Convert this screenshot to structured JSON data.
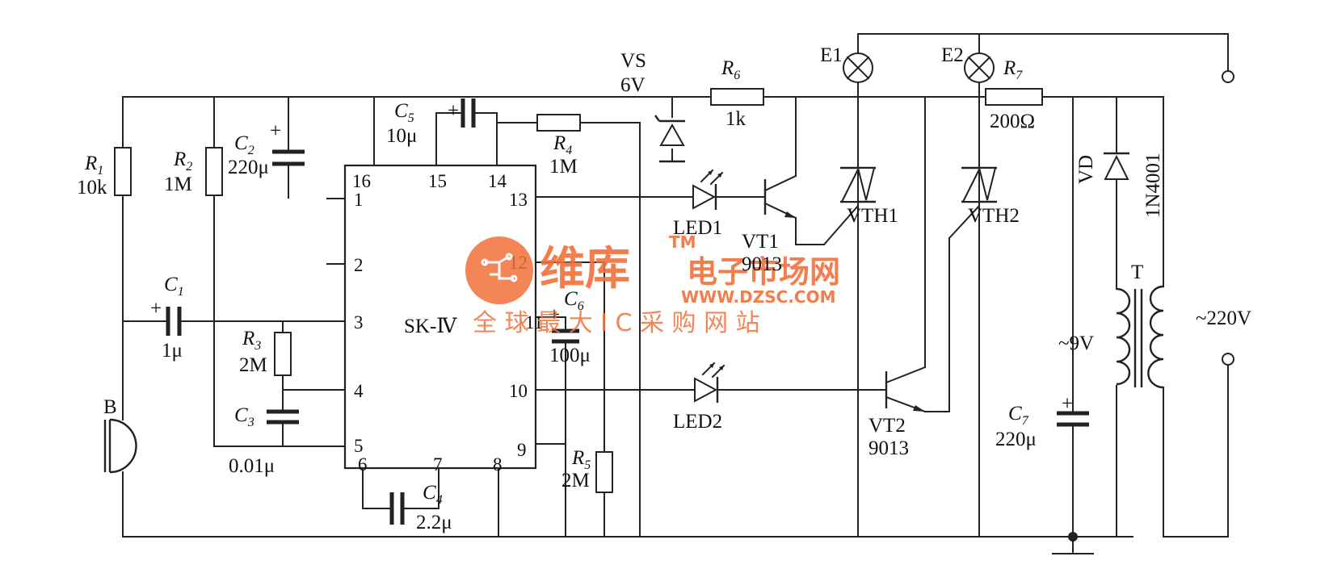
{
  "ic": {
    "name": "SK-Ⅳ",
    "pins": [
      "16",
      "15",
      "14",
      "13",
      "1",
      "2",
      "3",
      "4",
      "5",
      "6",
      "7",
      "8",
      "9",
      "10",
      "11",
      "12"
    ]
  },
  "components": {
    "r1": {
      "ref": "R",
      "sub": "1",
      "value": "10k"
    },
    "r2": {
      "ref": "R",
      "sub": "2",
      "value": "1M"
    },
    "r3": {
      "ref": "R",
      "sub": "3",
      "value": "2M"
    },
    "r4": {
      "ref": "R",
      "sub": "4",
      "value": "1M"
    },
    "r5": {
      "ref": "R",
      "sub": "5",
      "value": "2M"
    },
    "r6": {
      "ref": "R",
      "sub": "6",
      "value": "1k"
    },
    "r7": {
      "ref": "R",
      "sub": "7",
      "value": "200Ω"
    },
    "c1": {
      "ref": "C",
      "sub": "1",
      "value": "1μ"
    },
    "c2": {
      "ref": "C",
      "sub": "2",
      "value": "220μ"
    },
    "c3": {
      "ref": "C",
      "sub": "3",
      "value": "0.01μ"
    },
    "c4": {
      "ref": "C",
      "sub": "4",
      "value": "2.2μ"
    },
    "c5": {
      "ref": "C",
      "sub": "5",
      "value": "10μ"
    },
    "c6": {
      "ref": "C",
      "sub": "6",
      "value": "100μ"
    },
    "c7": {
      "ref": "C",
      "sub": "7",
      "value": "220μ"
    },
    "vs": {
      "ref": "VS",
      "value": "6V"
    },
    "vd": {
      "ref": "VD",
      "value": "1N4001"
    },
    "led1": {
      "ref": "LED1"
    },
    "led2": {
      "ref": "LED2"
    },
    "vt1": {
      "ref": "VT1",
      "value": "9013"
    },
    "vt2": {
      "ref": "VT2",
      "value": "9013"
    },
    "vth1": {
      "ref": "VTH1"
    },
    "vth2": {
      "ref": "VTH2"
    },
    "e1": {
      "ref": "E1"
    },
    "e2": {
      "ref": "E2"
    },
    "b": {
      "ref": "B"
    },
    "t": {
      "ref": "T",
      "secondary": "~9V"
    },
    "mains": {
      "label": "~220V"
    },
    "plus": "+"
  },
  "watermark": {
    "brand": "维库",
    "tm": "TM",
    "title": "电子市场网",
    "url": "WWW.DZSC.COM",
    "slogan": "全 球 最 大 I C 采 购 网 站"
  },
  "colors": {
    "ink": "#222222",
    "watermark": "#f2703a"
  }
}
